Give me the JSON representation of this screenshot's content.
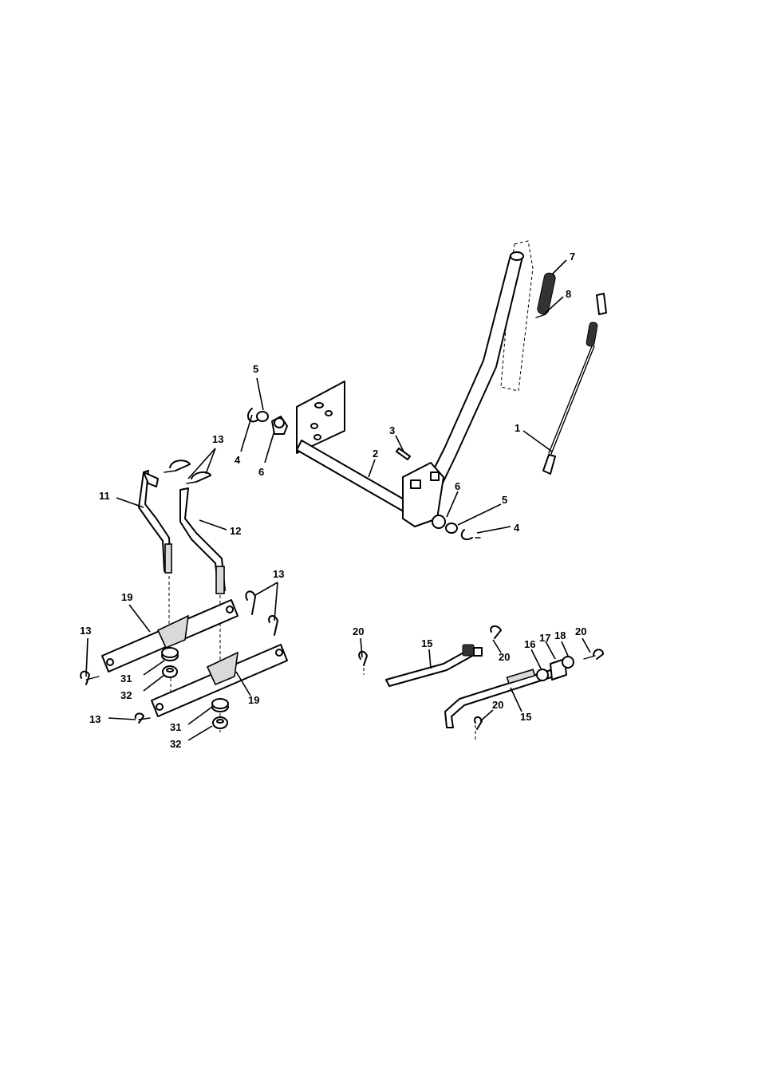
{
  "diagram": {
    "callouts": [
      {
        "id": "c7",
        "text": "7"
      },
      {
        "id": "c8",
        "text": "8"
      },
      {
        "id": "c5a",
        "text": "5"
      },
      {
        "id": "c13a",
        "text": "13"
      },
      {
        "id": "c3",
        "text": "3"
      },
      {
        "id": "c1",
        "text": "1"
      },
      {
        "id": "c2",
        "text": "2"
      },
      {
        "id": "c4a",
        "text": "4"
      },
      {
        "id": "c6a",
        "text": "6"
      },
      {
        "id": "c11",
        "text": "11"
      },
      {
        "id": "c12",
        "text": "12"
      },
      {
        "id": "c6b",
        "text": "6"
      },
      {
        "id": "c5b",
        "text": "5"
      },
      {
        "id": "c4b",
        "text": "4"
      },
      {
        "id": "c13b",
        "text": "13"
      },
      {
        "id": "c19a",
        "text": "19"
      },
      {
        "id": "c13c",
        "text": "13"
      },
      {
        "id": "c20a",
        "text": "20"
      },
      {
        "id": "c15a",
        "text": "15"
      },
      {
        "id": "c20b",
        "text": "20"
      },
      {
        "id": "c16",
        "text": "16"
      },
      {
        "id": "c17",
        "text": "17"
      },
      {
        "id": "c18",
        "text": "18"
      },
      {
        "id": "c20c",
        "text": "20"
      },
      {
        "id": "c31a",
        "text": "31"
      },
      {
        "id": "c32a",
        "text": "32"
      },
      {
        "id": "c19b",
        "text": "19"
      },
      {
        "id": "c13d",
        "text": "13"
      },
      {
        "id": "c31b",
        "text": "31"
      },
      {
        "id": "c32b",
        "text": "32"
      },
      {
        "id": "c20d",
        "text": "20"
      },
      {
        "id": "c15b",
        "text": "15"
      }
    ]
  }
}
